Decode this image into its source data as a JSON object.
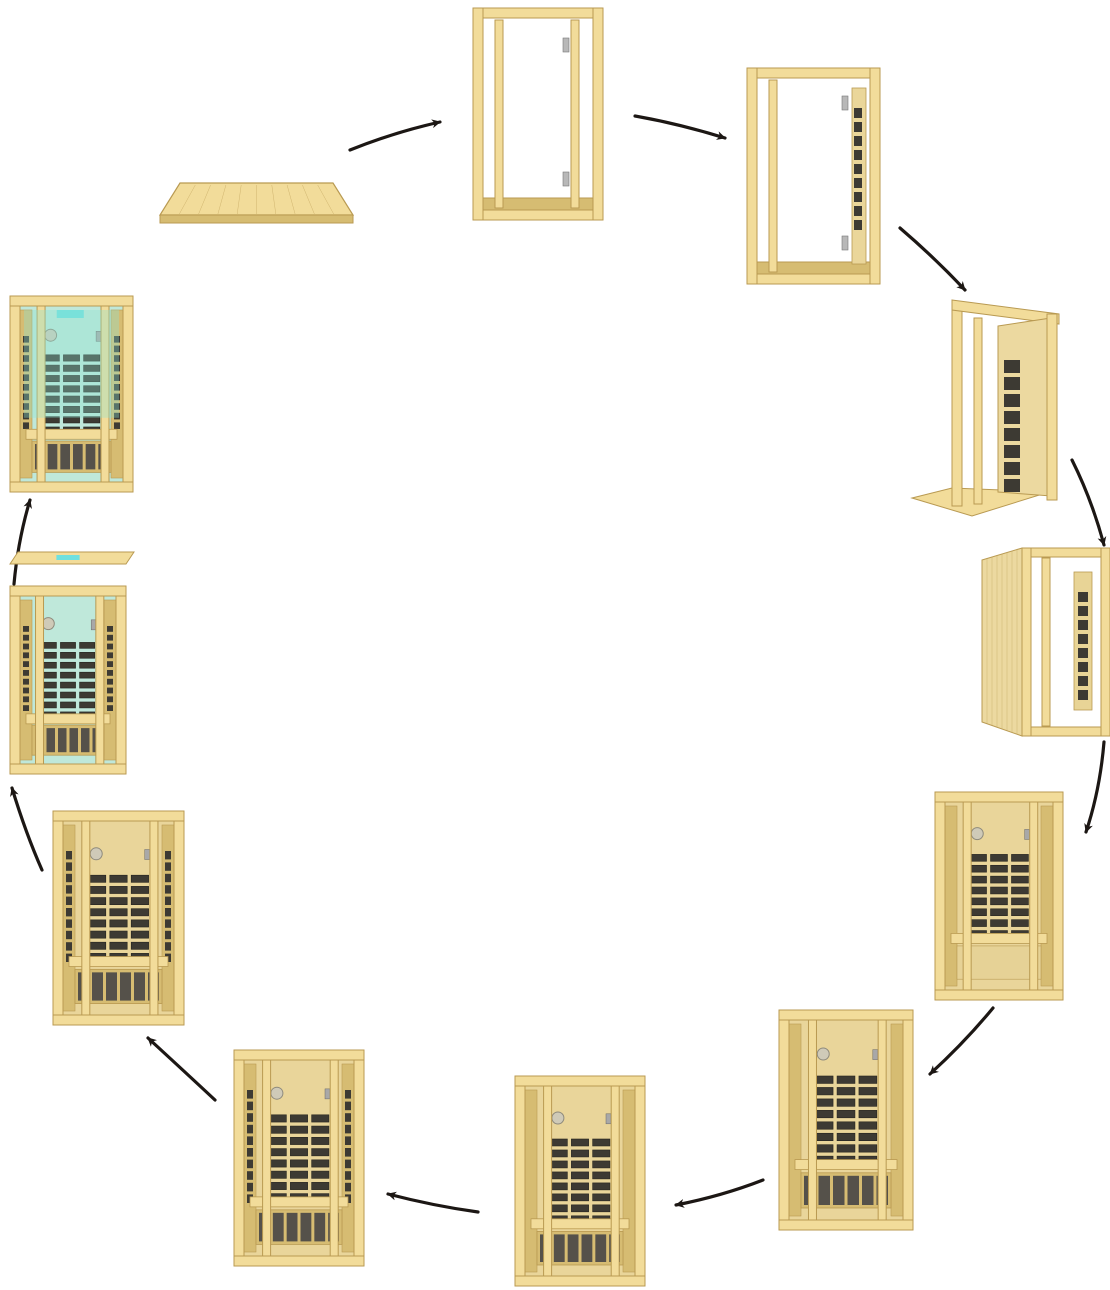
{
  "diagram": {
    "type": "assembly-cycle",
    "direction": "clockwise",
    "step_count": 12,
    "arrow_count": 11,
    "steps": [
      {
        "id": "step-01",
        "stage": "floor-panel"
      },
      {
        "id": "step-02",
        "stage": "frame-with-door"
      },
      {
        "id": "step-03",
        "stage": "frame-with-back-heaters"
      },
      {
        "id": "step-04",
        "stage": "angled-frame-with-side-panel"
      },
      {
        "id": "step-05",
        "stage": "frame-with-side-wall"
      },
      {
        "id": "step-06",
        "stage": "cabin-with-bench-and-heaters"
      },
      {
        "id": "step-07",
        "stage": "cabin-with-lower-heaters"
      },
      {
        "id": "step-08",
        "stage": "cabin-with-floor-heaters"
      },
      {
        "id": "step-09",
        "stage": "cabin-with-full-heaters"
      },
      {
        "id": "step-10",
        "stage": "cabin-with-side-heaters"
      },
      {
        "id": "step-11",
        "stage": "cabin-with-roof-being-placed"
      },
      {
        "id": "step-12",
        "stage": "finished-sauna-with-lights"
      }
    ],
    "colors": {
      "wood": "#f2dc9a",
      "wood_dark": "#d6bc72",
      "wood_edge": "#b99a52",
      "heater": "#3d3a33",
      "grill": "#55514a",
      "glass_tint": "#bfe8da",
      "light": "#6fe0df",
      "arrow": "#1c1714"
    }
  }
}
